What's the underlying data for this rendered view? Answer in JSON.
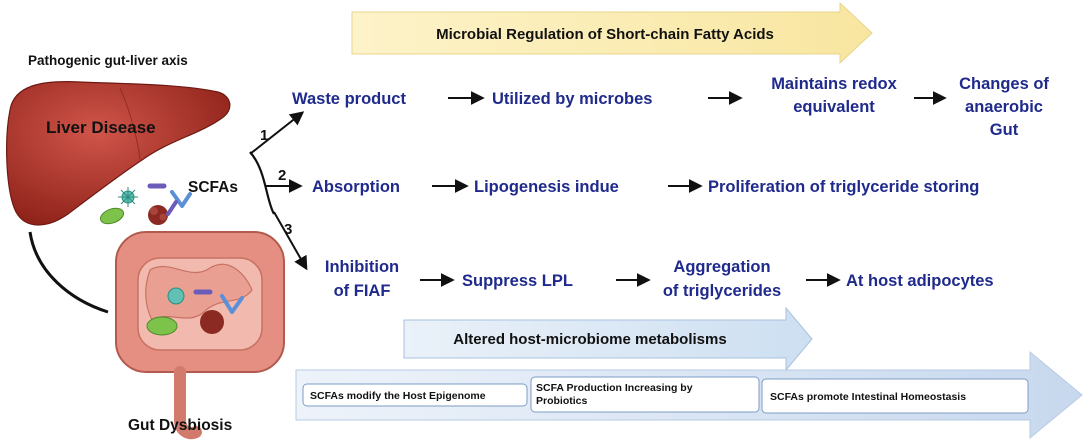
{
  "labels": {
    "pathogenic_axis": "Pathogenic gut-liver axis",
    "liver_disease": "Liver Disease",
    "gut_dysbiosis": "Gut Dysbiosis",
    "scfas": "SCFAs",
    "branch_1": "1",
    "branch_2": "2",
    "branch_3": "3"
  },
  "banners": {
    "top": "Microbial  Regulation  of  Short-chain  Fatty  Acids",
    "middle": "Altered  host-microbiome  metabolisms"
  },
  "pathways": {
    "row1": {
      "step1": "Waste product",
      "step2": "Utilized by microbes",
      "step3_line1": "Maintains redox",
      "step3_line2": "equivalent",
      "step4_line1": "Changes of",
      "step4_line2": "anaerobic",
      "step4_line3": "Gut"
    },
    "row2": {
      "step1": "Absorption",
      "step2": "Lipogenesis indue",
      "step3": "Proliferation of  triglyceride storing"
    },
    "row3": {
      "step1_line1": "Inhibition",
      "step1_line2": "of  FIAF",
      "step2": "Suppress LPL",
      "step3_line1": "Aggregation",
      "step3_line2": "of triglycerides",
      "step4": "At host adipocytes"
    }
  },
  "bottom_boxes": {
    "box1": "SCFAs modify the Host Epigenome",
    "box2_line1": "SCFA Production Increasing by",
    "box2_line2": "Probiotics",
    "box3": "SCFAs  promote Intestinal Homeostasis"
  },
  "colors": {
    "text_blue": "#1f2a8c",
    "liver": "#b0362b",
    "intestine": "#e58f82",
    "top_banner": "#fbeeb8",
    "blue_banner": "#dce8f5"
  }
}
